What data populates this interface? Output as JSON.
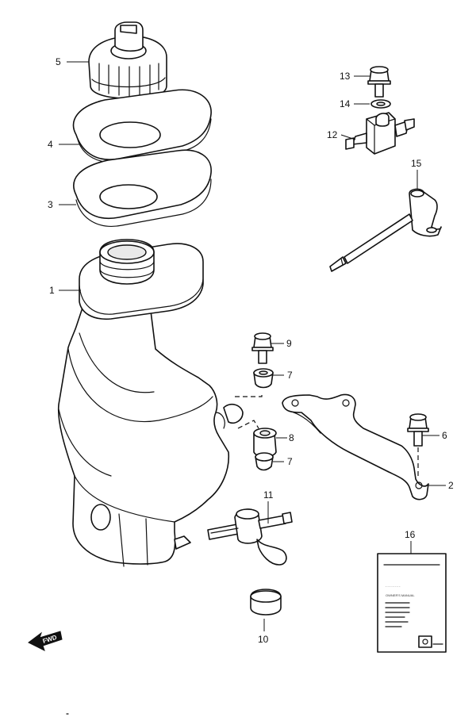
{
  "callouts": {
    "p1": "1",
    "p2": "2",
    "p3": "3",
    "p4": "4",
    "p5": "5",
    "p6": "6",
    "p7a": "7",
    "p7b": "7",
    "p8": "8",
    "p9": "9",
    "p10": "10",
    "p11": "11",
    "p12": "12",
    "p13": "13",
    "p14": "14",
    "p15": "15",
    "p16": "16"
  },
  "fwd_label": "FWD",
  "manual": {
    "line1": "OWNER'S MANUAL",
    "line2": "",
    "dashes": "- - - - - - - -"
  },
  "icons": {
    "fwd": "fwd-arrow-icon",
    "manual_logo": "brand-logo-icon"
  }
}
